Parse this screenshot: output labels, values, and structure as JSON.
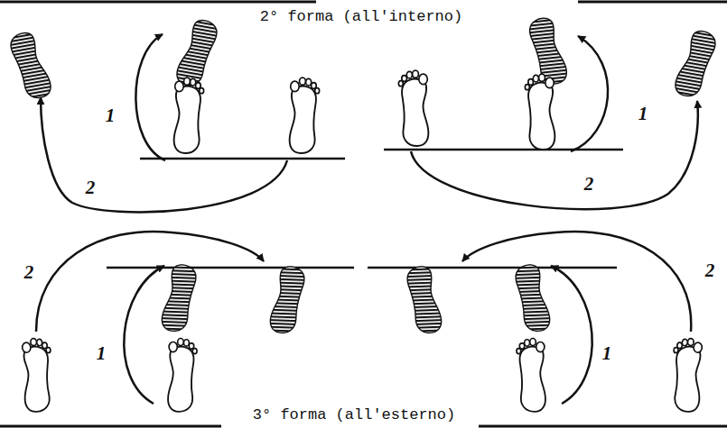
{
  "diagram": {
    "labels": [
      "2° forma (all'interno)",
      "1",
      "1",
      "2",
      "2",
      "2",
      "2",
      "1",
      "1",
      "3° forma (all'esterno)"
    ]
  }
}
